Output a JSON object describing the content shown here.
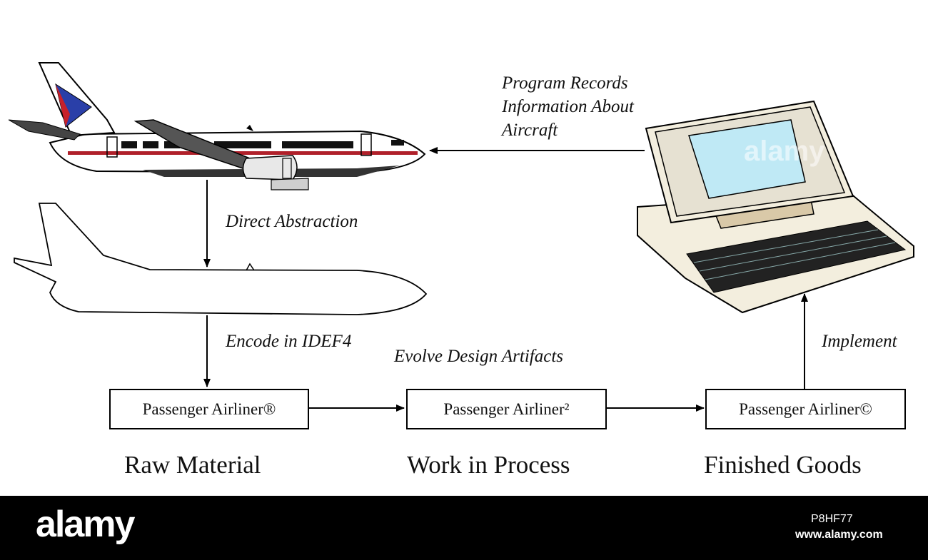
{
  "labels": {
    "program_records": "Program Records\nInformation About\nAircraft",
    "direct_abstraction": "Direct Abstraction",
    "encode": "Encode in IDEF4",
    "evolve": "Evolve Design Artifacts",
    "implement": "Implement"
  },
  "boxes": {
    "raw": "Passenger Airliner®",
    "wip": "Passenger Airliner²",
    "finished": "Passenger Airliner©"
  },
  "stages": {
    "raw": "Raw Material",
    "wip": "Work in Process",
    "finished": "Finished Goods"
  },
  "watermark": {
    "brand": "alamy",
    "image_id": "P8HF77",
    "site": "www.alamy.com",
    "overlay": "alamy"
  },
  "colors": {
    "tail_blue": "#2a3fa8",
    "tail_red": "#c8202a",
    "stripe_red": "#b0202a",
    "screen": "#bfe9f5",
    "laptop_body": "#f3eede",
    "keys": "#222222"
  }
}
